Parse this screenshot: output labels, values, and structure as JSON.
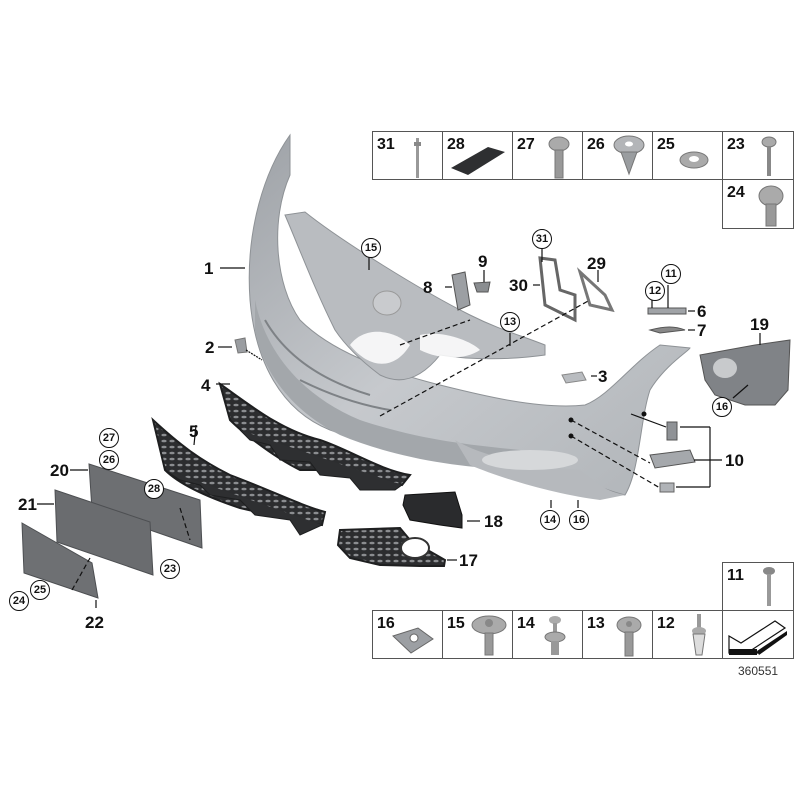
{
  "diagram": {
    "title": "Front bumper trim panel exploded parts diagram",
    "reference_number": "360551",
    "colors": {
      "part_light": "#bfc2c6",
      "part_mid": "#a7abb0",
      "part_dark": "#3a3b3d",
      "plate": "#6d6f72",
      "line": "#111111",
      "table_border": "#555555"
    },
    "callouts": [
      {
        "num": "1",
        "style": "plain"
      },
      {
        "num": "2",
        "style": "plain"
      },
      {
        "num": "3",
        "style": "plain"
      },
      {
        "num": "4",
        "style": "plain"
      },
      {
        "num": "5",
        "style": "plain"
      },
      {
        "num": "6",
        "style": "plain"
      },
      {
        "num": "7",
        "style": "plain"
      },
      {
        "num": "8",
        "style": "plain"
      },
      {
        "num": "9",
        "style": "plain"
      },
      {
        "num": "10",
        "style": "plain"
      },
      {
        "num": "17",
        "style": "plain"
      },
      {
        "num": "18",
        "style": "plain"
      },
      {
        "num": "19",
        "style": "plain"
      },
      {
        "num": "20",
        "style": "plain"
      },
      {
        "num": "21",
        "style": "plain"
      },
      {
        "num": "22",
        "style": "plain"
      },
      {
        "num": "29",
        "style": "plain"
      },
      {
        "num": "30",
        "style": "plain"
      },
      {
        "num": "15",
        "style": "circled"
      },
      {
        "num": "13",
        "style": "circled"
      },
      {
        "num": "31",
        "style": "circled"
      },
      {
        "num": "11",
        "style": "circled"
      },
      {
        "num": "12",
        "style": "circled"
      },
      {
        "num": "16",
        "style": "circled"
      },
      {
        "num": "14",
        "style": "circled"
      },
      {
        "num": "16",
        "style": "circled"
      },
      {
        "num": "27",
        "style": "circled"
      },
      {
        "num": "26",
        "style": "circled"
      },
      {
        "num": "28",
        "style": "circled"
      },
      {
        "num": "23",
        "style": "circled"
      },
      {
        "num": "25",
        "style": "circled"
      },
      {
        "num": "24",
        "style": "circled"
      }
    ],
    "top_table": [
      {
        "num": "31",
        "icon": "blind-rivet"
      },
      {
        "num": "28",
        "icon": "foam-pad"
      },
      {
        "num": "27",
        "icon": "oval-head-screw"
      },
      {
        "num": "26",
        "icon": "expanding-clip"
      },
      {
        "num": "25",
        "icon": "washer"
      },
      {
        "num": "23",
        "icon": "self-tapping-screw"
      },
      {
        "num": "24",
        "icon": "pan-head-screw"
      }
    ],
    "bottom_table": [
      {
        "num": "16",
        "icon": "clip-nut"
      },
      {
        "num": "15",
        "icon": "flange-bolt"
      },
      {
        "num": "14",
        "icon": "push-rivet"
      },
      {
        "num": "13",
        "icon": "collar-screw"
      },
      {
        "num": "12",
        "icon": "expanding-rivet"
      },
      {
        "num": "11",
        "icon": "screw-with-washer"
      },
      {
        "num": "",
        "icon": "direction-arrow"
      }
    ]
  }
}
